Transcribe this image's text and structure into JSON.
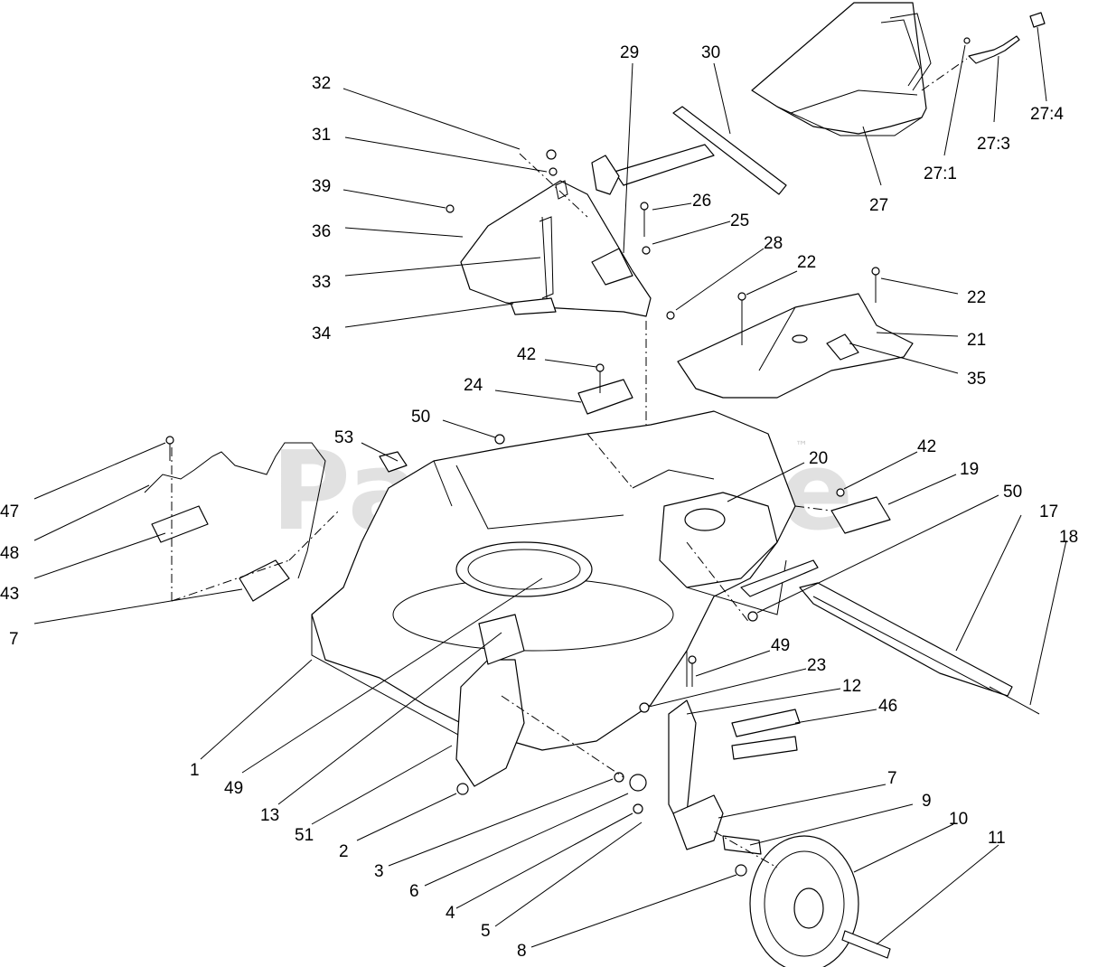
{
  "watermark": {
    "text": "PartsTree",
    "trademark": "™"
  },
  "callouts": [
    {
      "id": "c32",
      "label": "32"
    },
    {
      "id": "c31",
      "label": "31"
    },
    {
      "id": "c39",
      "label": "39"
    },
    {
      "id": "c36",
      "label": "36"
    },
    {
      "id": "c33",
      "label": "33"
    },
    {
      "id": "c34",
      "label": "34"
    },
    {
      "id": "c29",
      "label": "29"
    },
    {
      "id": "c30",
      "label": "30"
    },
    {
      "id": "c26",
      "label": "26"
    },
    {
      "id": "c25",
      "label": "25"
    },
    {
      "id": "c28",
      "label": "28"
    },
    {
      "id": "c22a",
      "label": "22"
    },
    {
      "id": "c22b",
      "label": "22"
    },
    {
      "id": "c21",
      "label": "21"
    },
    {
      "id": "c35",
      "label": "35"
    },
    {
      "id": "c27",
      "label": "27"
    },
    {
      "id": "c27_1",
      "label": "27:1"
    },
    {
      "id": "c27_3",
      "label": "27:3"
    },
    {
      "id": "c27_4",
      "label": "27:4"
    },
    {
      "id": "c42a",
      "label": "42"
    },
    {
      "id": "c24",
      "label": "24"
    },
    {
      "id": "c50a",
      "label": "50"
    },
    {
      "id": "c53",
      "label": "53"
    },
    {
      "id": "c20",
      "label": "20"
    },
    {
      "id": "c42b",
      "label": "42"
    },
    {
      "id": "c19",
      "label": "19"
    },
    {
      "id": "c50b",
      "label": "50"
    },
    {
      "id": "c17",
      "label": "17"
    },
    {
      "id": "c18",
      "label": "18"
    },
    {
      "id": "c47",
      "label": "47"
    },
    {
      "id": "c48",
      "label": "48"
    },
    {
      "id": "c43",
      "label": "43"
    },
    {
      "id": "c7a",
      "label": "7"
    },
    {
      "id": "c49a",
      "label": "49"
    },
    {
      "id": "c23",
      "label": "23"
    },
    {
      "id": "c12",
      "label": "12"
    },
    {
      "id": "c46",
      "label": "46"
    },
    {
      "id": "c1",
      "label": "1"
    },
    {
      "id": "c49b",
      "label": "49"
    },
    {
      "id": "c13",
      "label": "13"
    },
    {
      "id": "c51",
      "label": "51"
    },
    {
      "id": "c2",
      "label": "2"
    },
    {
      "id": "c7b",
      "label": "7"
    },
    {
      "id": "c9",
      "label": "9"
    },
    {
      "id": "c10",
      "label": "10"
    },
    {
      "id": "c11",
      "label": "11"
    },
    {
      "id": "c3",
      "label": "3"
    },
    {
      "id": "c6",
      "label": "6"
    },
    {
      "id": "c4",
      "label": "4"
    },
    {
      "id": "c5",
      "label": "5"
    },
    {
      "id": "c8",
      "label": "8"
    }
  ]
}
